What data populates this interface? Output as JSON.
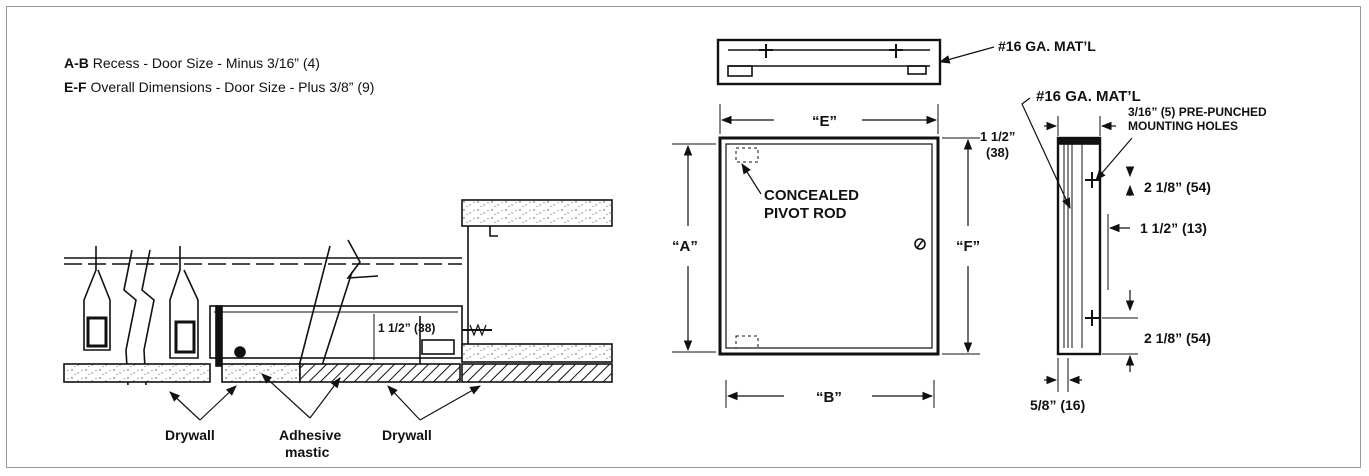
{
  "notes": [
    {
      "key": "A-B",
      "text": " Recess - Door Size - Minus 3/16” (4)"
    },
    {
      "key": "E-F",
      "text": " Overall Dimensions - Door Size - Plus 3/8” (9)"
    }
  ],
  "section_view": {
    "labels": {
      "drywall_left": "Drywall",
      "adhesive_line1": "Adhesive",
      "adhesive_line2": "mastic",
      "drywall_right": "Drywall",
      "depth": "1 1/2” (38)"
    }
  },
  "top_view": {
    "material": "#16 GA. MAT’L"
  },
  "front_view": {
    "dim_e": "“E”",
    "dim_b": "“B”",
    "dim_a": "“A”",
    "dim_f": "“F”",
    "pivot_line1": "CONCEALED",
    "pivot_line2": "PIVOT ROD"
  },
  "side_view": {
    "material": "#16 GA. MAT’L",
    "top_inset_line1": "1 1/2”",
    "top_inset_line2": "(38)",
    "holes_line1": "3/16” (5) PRE-PUNCHED",
    "holes_line2": "MOUNTING HOLES",
    "dim_top": "2 1/8” (54)",
    "dim_mid": "1 1/2” (13)",
    "dim_bottom": "2 1/8” (54)",
    "dim_depth": "5/8” (16)"
  }
}
